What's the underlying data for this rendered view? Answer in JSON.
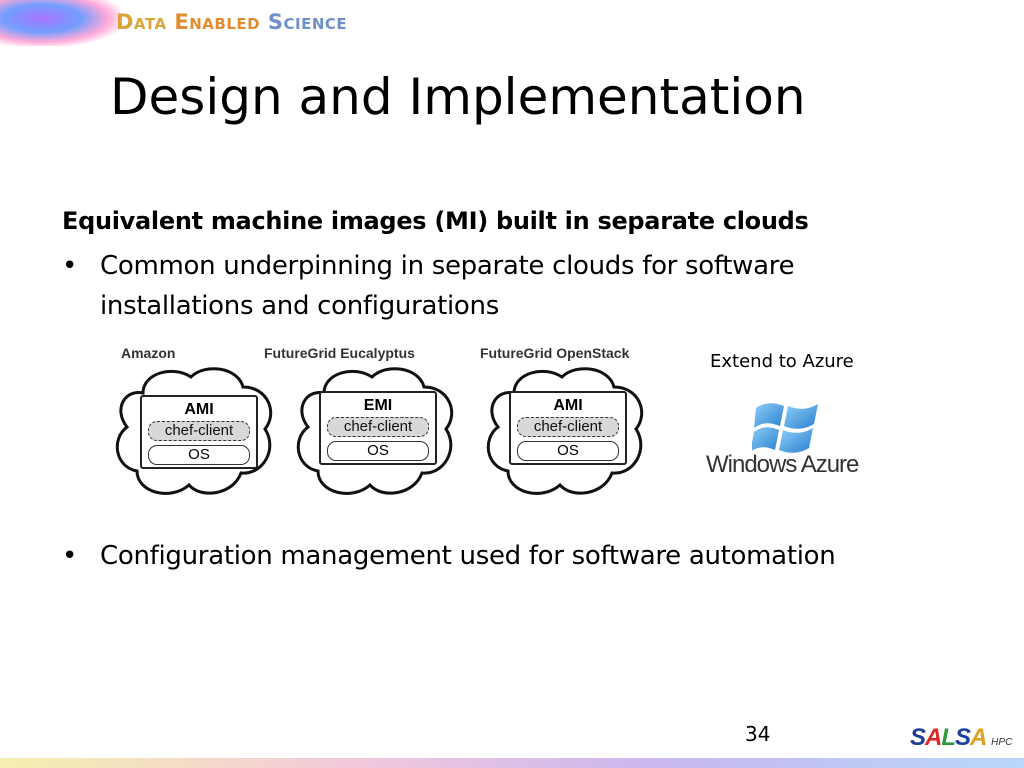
{
  "header": {
    "brand": [
      "Data",
      "Enabled",
      "Science"
    ],
    "title": "Design and Implementation"
  },
  "content": {
    "heading": "Equivalent machine images (MI) built in separate clouds",
    "bullet_symbol": "•",
    "bullets": [
      "Common underpinning in separate clouds for software",
      "installations and configurations",
      "Configuration management used for software automation"
    ]
  },
  "clouds": [
    {
      "label": "Amazon",
      "image": "AMI",
      "tool": "chef-client",
      "os": "OS"
    },
    {
      "label": "FutureGrid Eucalyptus",
      "image": "EMI",
      "tool": "chef-client",
      "os": "OS"
    },
    {
      "label": "FutureGrid OpenStack",
      "image": "AMI",
      "tool": "chef-client",
      "os": "OS"
    }
  ],
  "azure": {
    "label": "Extend to Azure",
    "logo_text": "Windows Azure",
    "icon": "windows-flag-icon",
    "colors": {
      "flag": "#3a8fd8",
      "flag_light": "#8fd0f7"
    }
  },
  "footer": {
    "page_number": "34",
    "logo": "SALSA",
    "logo_sub": "HPC",
    "logo_colors": {
      "S": "#1f3f9a",
      "A1": "#d92828",
      "L": "#2a9a3a",
      "A2": "#e0a020"
    }
  },
  "colors": {
    "brand_gold": "#d9a53a",
    "brand_orange": "#e08c30",
    "brand_blue": "#6f8fc8"
  }
}
